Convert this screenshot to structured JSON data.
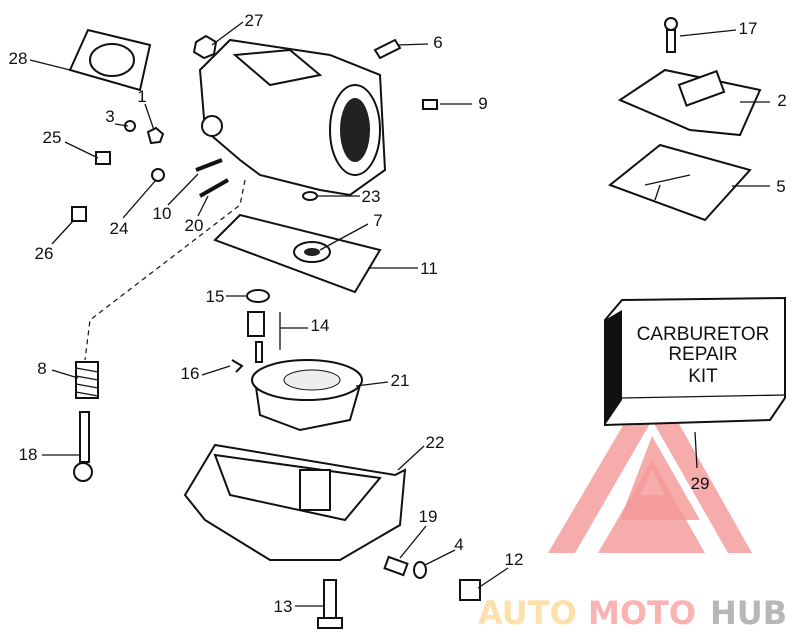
{
  "diagram": {
    "labels": [
      "1",
      "2",
      "3",
      "4",
      "5",
      "6",
      "7",
      "8",
      "9",
      "10",
      "11",
      "12",
      "13",
      "14",
      "15",
      "16",
      "17",
      "18",
      "19",
      "20",
      "21",
      "22",
      "23",
      "24",
      "25",
      "26",
      "27",
      "28",
      "29"
    ],
    "kit_box": {
      "line1": "CARBURETOR",
      "line2": "REPAIR",
      "line3": "KIT"
    },
    "watermark": {
      "part1": "AUTO",
      "part2": "MOTO",
      "part3": "HUB",
      "colors": {
        "auto": "#fcd58a",
        "moto": "#f79494",
        "hub": "#9a9a9a",
        "triangle": "#f26b6b"
      }
    }
  }
}
